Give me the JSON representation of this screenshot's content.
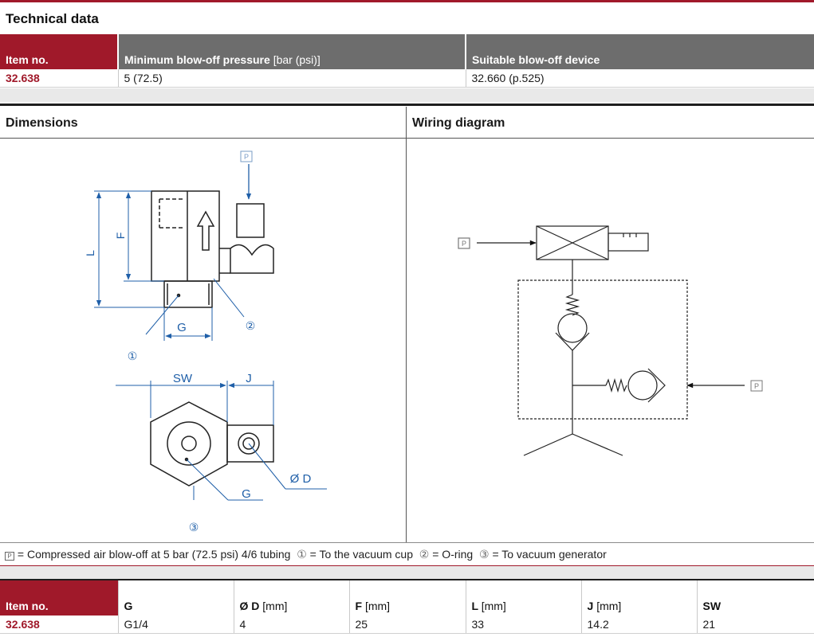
{
  "technical_data": {
    "title": "Technical data",
    "columns": {
      "item_no": "Item no.",
      "min_pressure": "Minimum blow-off pressure",
      "min_pressure_unit": "[bar (psi)]",
      "device": "Suitable blow-off device"
    },
    "row": {
      "item_no": "32.638",
      "min_pressure": "5 (72.5)",
      "device": "32.660 (p.525)"
    }
  },
  "dimensions": {
    "title": "Dimensions",
    "labels": {
      "P": "P",
      "L": "L",
      "F": "F",
      "G": "G",
      "SW": "SW",
      "J": "J",
      "D": "Ø D",
      "c1": "①",
      "c2": "②",
      "c3": "③"
    }
  },
  "wiring": {
    "title": "Wiring diagram",
    "labels": {
      "P1": "P",
      "P2": "P"
    }
  },
  "legend": {
    "p_symbol": "P",
    "p_text": "= Compressed air blow-off at 5 bar (72.5 psi) 4/6 tubing",
    "c1": "①",
    "c1_text": "= To the vacuum cup",
    "c2": "②",
    "c2_text": "= O-ring",
    "c3": "③",
    "c3_text": "= To vacuum generator"
  },
  "dimension_table": {
    "headers": [
      {
        "label": "Item no.",
        "unit": ""
      },
      {
        "label": "G",
        "unit": ""
      },
      {
        "label": "Ø D",
        "unit": "[mm]"
      },
      {
        "label": "F",
        "unit": "[mm]"
      },
      {
        "label": "L",
        "unit": "[mm]"
      },
      {
        "label": "J",
        "unit": "[mm]"
      },
      {
        "label": "SW",
        "unit": ""
      }
    ],
    "row": [
      "32.638",
      "G1/4",
      "4",
      "25",
      "33",
      "14.2",
      "21"
    ]
  },
  "colors": {
    "accent": "#a0192a",
    "header_gray": "#6d6d6d",
    "drawing_blue": "#1f5fa8"
  }
}
